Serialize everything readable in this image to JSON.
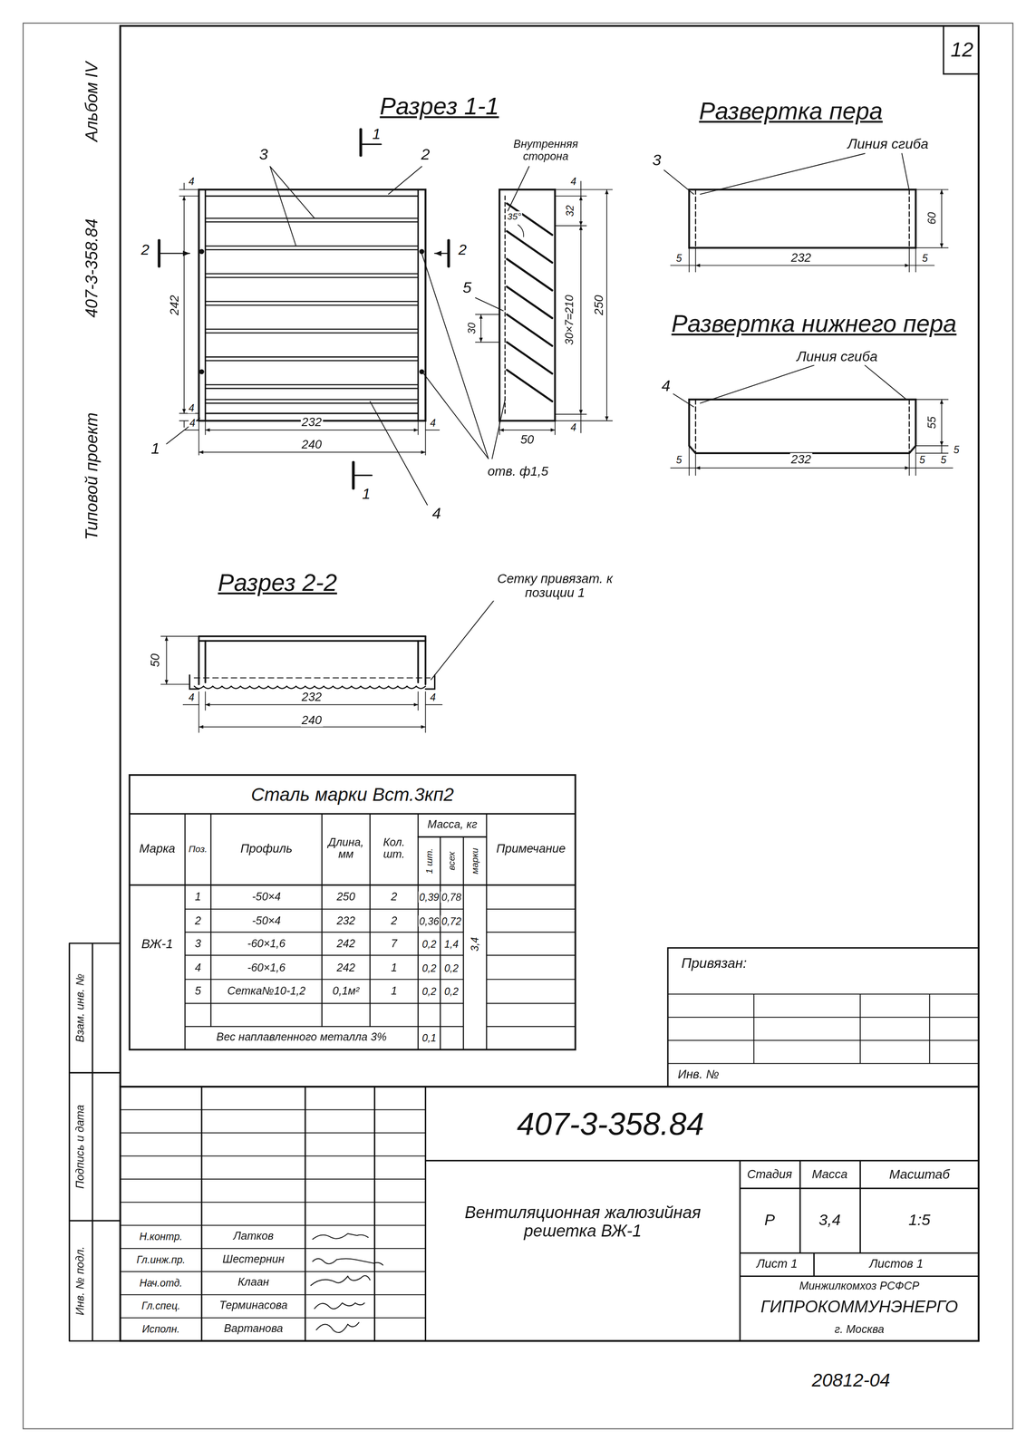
{
  "diagram": {
    "labels": [
      "12",
      "Альбом IV",
      "407-3-358.84",
      "Типовой проект",
      "Разрез 1-1",
      "1",
      "1",
      "2",
      "2",
      "3",
      "2",
      "5",
      "1",
      "4",
      "4",
      "242",
      "4",
      "4",
      "232",
      "4",
      "240",
      "Внутренняя сторона",
      "4",
      "32",
      "30×7=210",
      "250",
      "30",
      "35°",
      "50",
      "4",
      "отв. ф1,5",
      "Развертка пера",
      "Линия сгиба",
      "3",
      "60",
      "5",
      "232",
      "5",
      "Развертка нижнего пера",
      "Линия сгиба",
      "4",
      "55",
      "5",
      "5",
      "232",
      "5",
      "5",
      "Разрез 2-2",
      "Сетку привязат. к позиции 1",
      "50",
      "4",
      "232",
      "4",
      "240",
      "Сталь марки Вст.3кп2",
      "Марка",
      "Поз.",
      "Профиль",
      "Длина, мм",
      "Кол. шт.",
      "Масса, кг",
      "1 шт.",
      "всех",
      "марки",
      "Примечание",
      "1",
      "-50×4",
      "250",
      "2",
      "0,39",
      "0,78",
      "2",
      "-50×4",
      "232",
      "2",
      "0,36",
      "0,72",
      "3",
      "-60×1,6",
      "242",
      "7",
      "0,2",
      "1,4",
      "4",
      "-60×1,6",
      "242",
      "1",
      "0,2",
      "0,2",
      "5",
      "Сетка№10-1,2",
      "0,1м²",
      "1",
      "0,2",
      "0,2",
      "ВЖ-1",
      "3,4",
      "Вес наплавленного металла 3%",
      "0,1",
      "Взам. инв. №",
      "Подпись и дата",
      "Инв. № подл.",
      "Привязан:",
      "Инв. №",
      "407-3-358.84",
      "Вентиляционная жалюзийная решетка ВЖ-1",
      "Стадия",
      "Масса",
      "Масштаб",
      "Р",
      "3,4",
      "1:5",
      "Лист 1",
      "Листов 1",
      "Минжилкомхоз РСФСР",
      "ГИПРОКОММУНЭНЕРГО",
      "г. Москва",
      "Н.контр.",
      "Латков",
      "Гл.инж.пр.",
      "Шестернин",
      "Нач.отд.",
      "Клаан",
      "Гл.спец.",
      "Терминасова",
      "Исполн.",
      "Вартанова",
      "20812-04"
    ]
  }
}
